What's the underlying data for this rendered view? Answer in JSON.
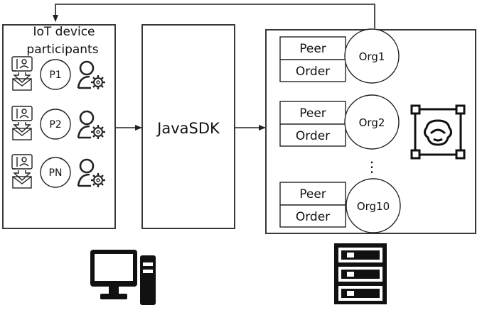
{
  "left_panel": {
    "title_line1": "IoT device",
    "title_line2": "participants",
    "participants": [
      {
        "label": "P1",
        "icon": "contacts-mail-icon",
        "user_icon": "user-gear-icon"
      },
      {
        "label": "P2",
        "icon": "contacts-mail-icon",
        "user_icon": "user-gear-icon"
      },
      {
        "label": "PN",
        "icon": "contacts-mail-icon",
        "user_icon": "user-gear-icon"
      }
    ]
  },
  "sdk": {
    "label": "JavaSDK"
  },
  "network": {
    "orgs": [
      {
        "peer": "Peer",
        "order": "Order",
        "org": "Org1"
      },
      {
        "peer": "Peer",
        "order": "Order",
        "org": "Org2"
      },
      {
        "peer": "Peer",
        "order": "Order",
        "org": "Org10"
      }
    ],
    "ellipsis": "⋮",
    "side_icon": "monkey-scan-icon"
  },
  "bottom_icons": {
    "client": "desktop-computer-icon",
    "server": "server-rack-icon"
  }
}
